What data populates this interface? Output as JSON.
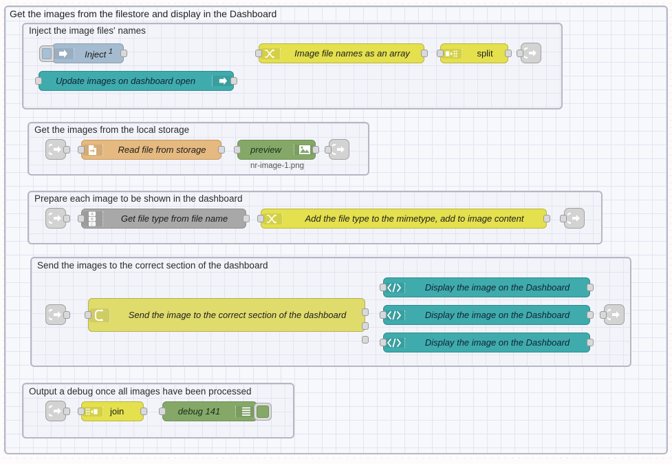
{
  "canvas": {
    "outer_group": {
      "label": "Get the images from the filestore and display in the Dashboard"
    }
  },
  "groups": [
    {
      "id": "group-inject",
      "label": "Inject the image files' names",
      "nodes": [
        {
          "name": "inject-node",
          "label": "Inject ",
          "sup": "1",
          "icon": "inject-arrow-icon",
          "color": "#a5bcd0"
        },
        {
          "name": "link-call-node",
          "label": "Update images on dashboard open",
          "icon": "link-out-arrow-icon",
          "color": "#3fabac"
        },
        {
          "name": "change-node-array",
          "label": "Image file names as an array",
          "icon": "change-shuffle-icon",
          "color": "#e4e04e"
        },
        {
          "name": "split-node",
          "label": "split",
          "icon": "split-icon",
          "color": "#e4e04e"
        },
        {
          "name": "link-out-node",
          "label": "",
          "icon": "link-out-icon",
          "color": "#d3d3d3"
        }
      ]
    },
    {
      "id": "group-storage",
      "label": "Get the images from the local storage",
      "nodes": [
        {
          "name": "link-in-node",
          "label": "",
          "icon": "link-in-icon",
          "color": "#d3d3d3"
        },
        {
          "name": "file-read-node",
          "label": "Read file from storage",
          "icon": "file-icon",
          "color": "#e5b97f"
        },
        {
          "name": "preview-node",
          "label": "preview",
          "sublabel": "nr-image-1.png",
          "icon": "image-preview-icon",
          "color": "#85a869"
        },
        {
          "name": "link-out-node",
          "label": "",
          "icon": "link-out-icon",
          "color": "#d3d3d3"
        }
      ]
    },
    {
      "id": "group-prepare",
      "label": "Prepare each image to be shown in the dashboard",
      "nodes": [
        {
          "name": "link-in-node",
          "label": "",
          "icon": "link-in-icon",
          "color": "#d3d3d3"
        },
        {
          "name": "change-node-type",
          "label": "Get file type from file name",
          "icon": "change-abc-icon",
          "color": "#a8a8a8"
        },
        {
          "name": "change-node-mime",
          "label": "Add the file type to the mimetype, add to image content",
          "icon": "change-shuffle-icon",
          "color": "#e4e04e"
        },
        {
          "name": "link-out-node",
          "label": "",
          "icon": "link-out-icon",
          "color": "#d3d3d3"
        }
      ]
    },
    {
      "id": "group-send",
      "label": "Send the images to the correct section of the dashboard",
      "nodes": [
        {
          "name": "link-in-node",
          "label": "",
          "icon": "link-in-icon",
          "color": "#d3d3d3"
        },
        {
          "name": "switch-node",
          "label": "Send the image to the correct section of the dashboard",
          "icon": "switch-icon",
          "color": "#dfdc6c"
        },
        {
          "name": "ui-template-1",
          "label": "Display the image on the Dashboard",
          "icon": "code-tag-icon",
          "color": "#3fabac"
        },
        {
          "name": "ui-template-2",
          "label": "Display the image on the Dashboard",
          "icon": "code-tag-icon",
          "color": "#3fabac"
        },
        {
          "name": "ui-template-3",
          "label": "Display the image on the Dashboard",
          "icon": "code-tag-icon",
          "color": "#3fabac"
        },
        {
          "name": "link-out-node",
          "label": "",
          "icon": "link-out-icon",
          "color": "#d3d3d3"
        }
      ]
    },
    {
      "id": "group-debug",
      "label": "Output a debug once all images have been processed",
      "nodes": [
        {
          "name": "link-in-node",
          "label": "",
          "icon": "link-in-icon",
          "color": "#d3d3d3"
        },
        {
          "name": "join-node",
          "label": "join",
          "icon": "join-icon",
          "color": "#e4e04e"
        },
        {
          "name": "debug-node",
          "label": "debug 141",
          "icon": "debug-lines-icon",
          "color": "#85a869"
        }
      ]
    }
  ],
  "colors": {
    "canvas_bg": "#fdfbfb",
    "group_bg": "#f3f4fa",
    "group_border": "#b5b7c4",
    "wire": "#999999",
    "teal": "#3fabac",
    "yellow": "#e4e04e",
    "orange": "#e5b97f",
    "green": "#85a869",
    "grey": "#a8a8a8",
    "inject_blue": "#a5bcd0"
  }
}
